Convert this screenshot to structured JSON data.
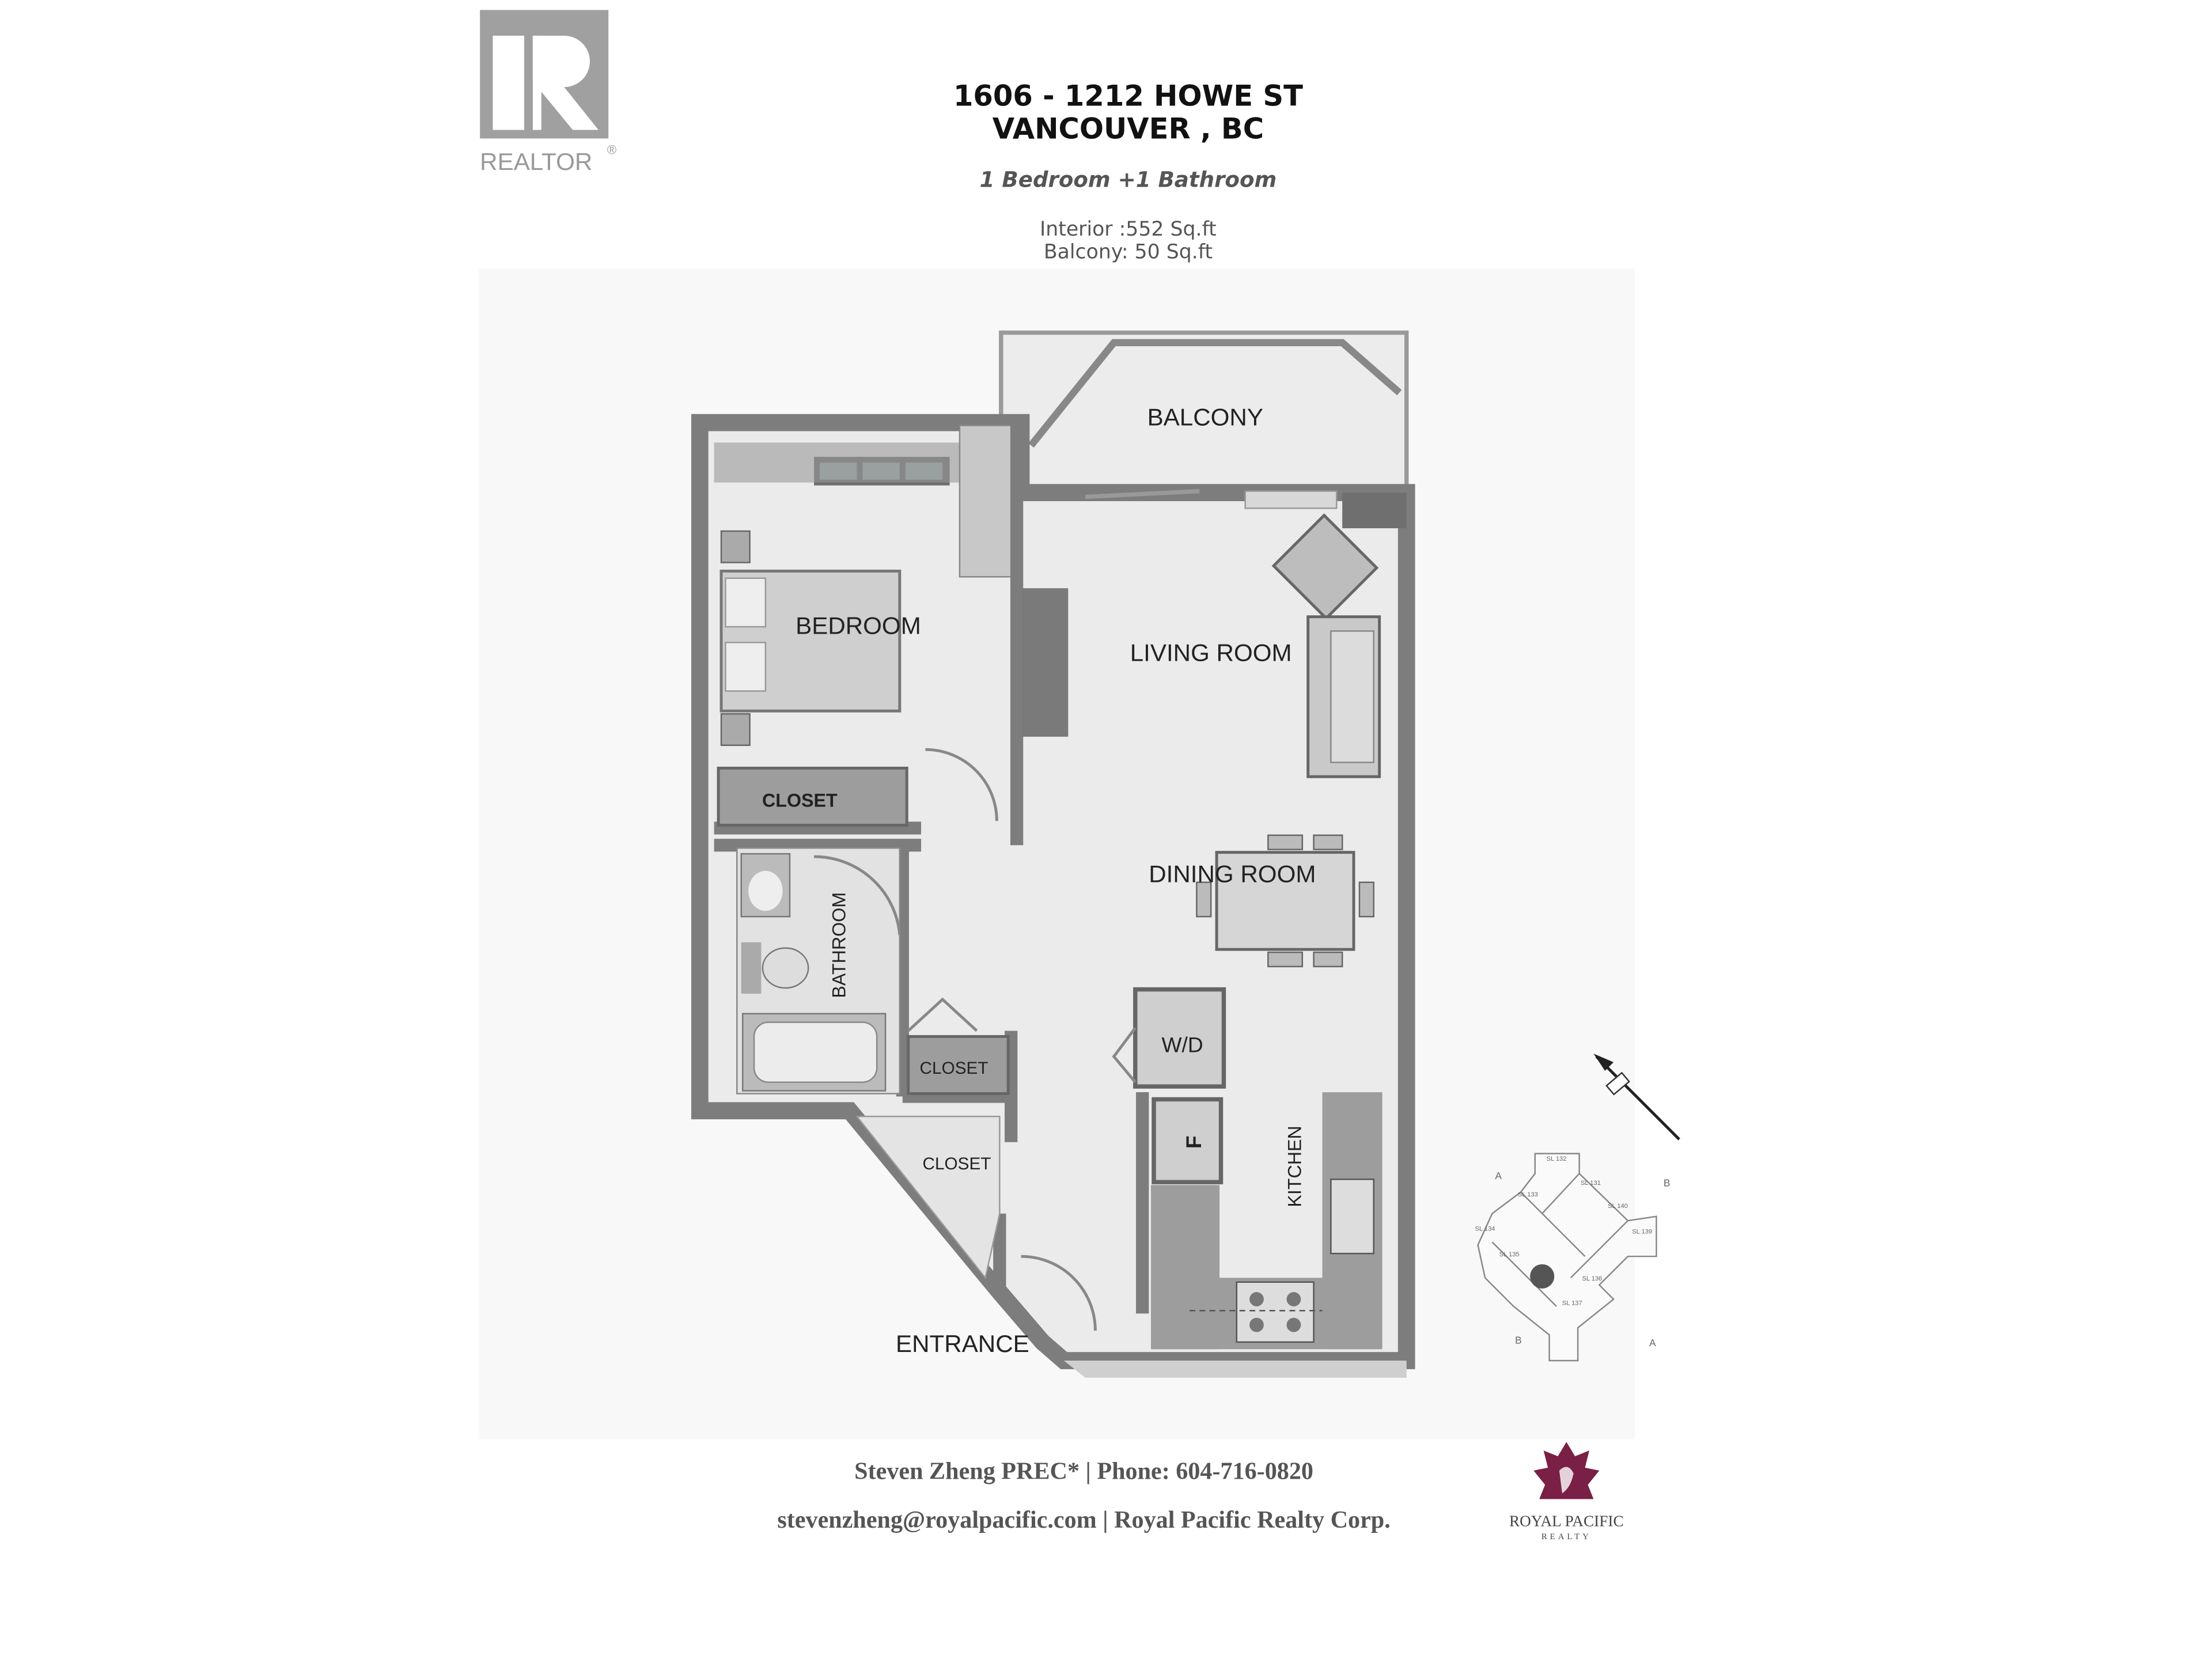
{
  "logo": {
    "text": "REALTOR",
    "mark": "R",
    "registered": "®"
  },
  "header": {
    "address_line1": "1606 - 1212 HOWE ST",
    "address_line2": "VANCOUVER , BC",
    "layout": "1 Bedroom +1 Bathroom",
    "interior": "Interior :552 Sq.ft",
    "balcony": "Balcony: 50 Sq.ft"
  },
  "rooms": {
    "balcony": "BALCONY",
    "living": "LIVING ROOM",
    "bedroom": "BEDROOM",
    "closet_bedroom": "CLOSET",
    "dining": "DINING ROOM",
    "bathroom": "BATHROOM",
    "wd": "W/D",
    "closet_hall": "CLOSET",
    "fridge": "F",
    "kitchen": "KITCHEN",
    "closet_entry": "CLOSET",
    "entrance": "ENTRANCE"
  },
  "keyplan": {
    "units": [
      "SL 132",
      "SL 131",
      "SL 133",
      "SL 140",
      "SL 134",
      "SL 139",
      "SL 135",
      "SL 136",
      "SL 137"
    ],
    "section_marks": [
      "A",
      "B",
      "B",
      "A"
    ]
  },
  "footer": {
    "line1": "Steven Zheng PREC*  | Phone: 604-716-0820",
    "line2": "stevenzheng@royalpacific.com  | Royal Pacific Realty Corp."
  },
  "brand": {
    "name": "ROYAL PACIFIC",
    "tagline": "REALTY",
    "color": "#7a1f45"
  },
  "colors": {
    "wall": "#7d7d7d",
    "floor": "#ebebeb",
    "logo_gray": "#a0a0a0"
  }
}
